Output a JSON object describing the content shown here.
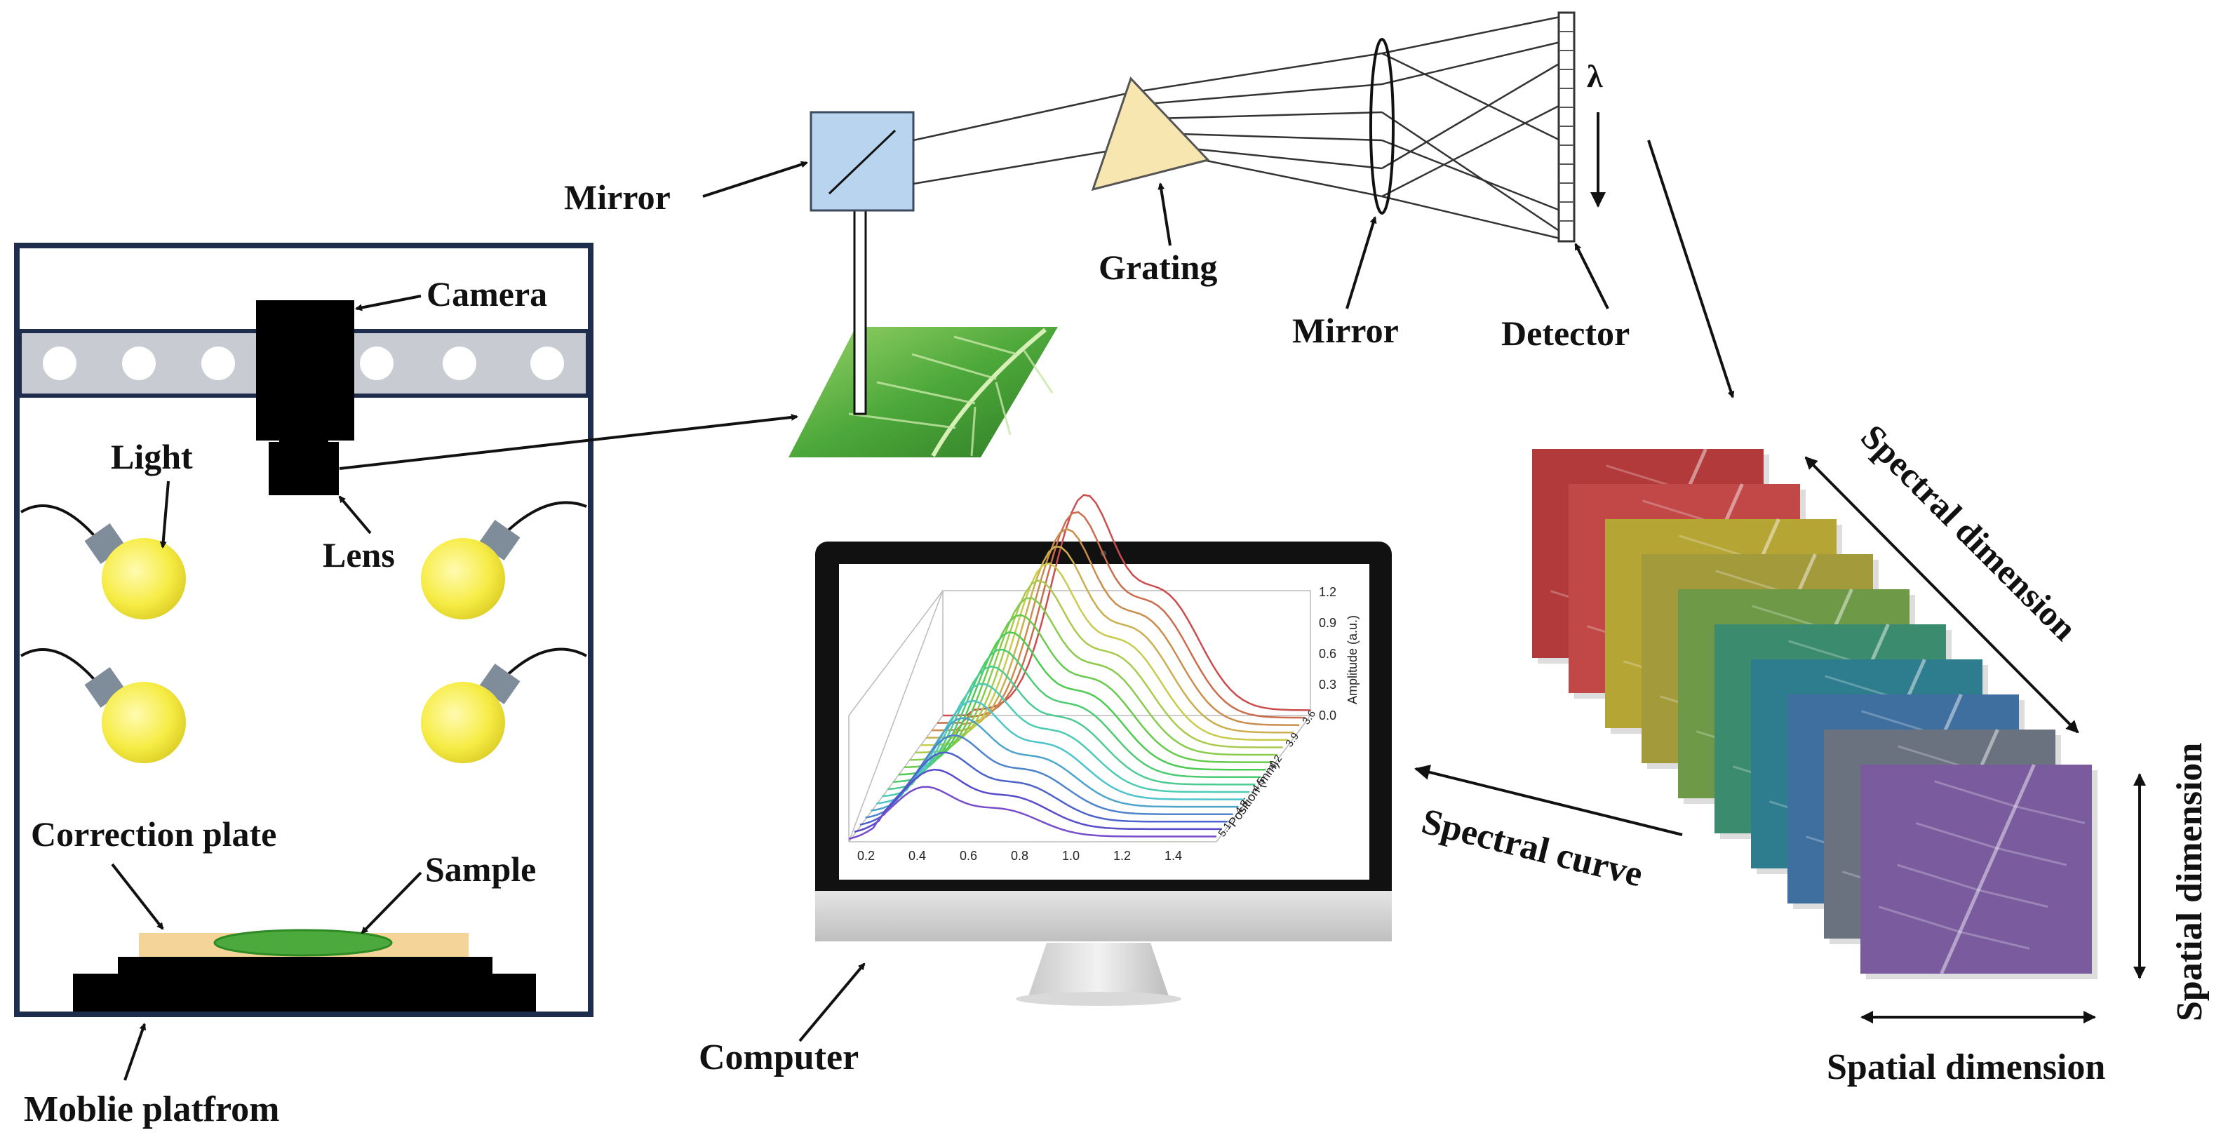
{
  "labels": {
    "mirror_top": "Mirror",
    "grating": "Grating",
    "mirror_lens": "Mirror",
    "detector": "Detector",
    "lambda": "λ",
    "camera": "Camera",
    "light": "Light",
    "lens": "Lens",
    "correction_plate": "Correction plate",
    "sample": "Sample",
    "platform": "Moblie platfrom",
    "computer": "Computer",
    "spectral_curve": "Spectral curve",
    "spectral_dimension": "Spectral dimension",
    "spatial_dimension_vertical": "Spatial dimension",
    "spatial_dimension_horizontal": "Spatial dimension"
  },
  "plot": {
    "x_ticks": [
      "0.2",
      "0.4",
      "0.6",
      "0.8",
      "1.0",
      "1.2",
      "1.4"
    ],
    "z_ticks": [
      "1.2",
      "0.9",
      "0.6",
      "0.3",
      "0.0"
    ],
    "z_label": "Amplitude (a.u.)",
    "y_label": "Position (mm)",
    "y_ticks": [
      "5.1",
      "4.8",
      "4.5",
      "4.2",
      "3.9",
      "3.6"
    ]
  },
  "colors": {
    "cube_layers": [
      "#b33a3a",
      "#c24848",
      "#b5a534",
      "#a39a3c",
      "#6e9a48",
      "#3b8c6e",
      "#2e7d8e",
      "#3e6f9e",
      "#6a7280",
      "#7a5c9e"
    ],
    "bulb": "#f6ec45",
    "frame": "#1f2d4d",
    "correction_plate": "#f5d49a",
    "sample": "#4caa3c",
    "beamsplitter": "#b8d4ee",
    "grating": "#f7e6b0"
  }
}
